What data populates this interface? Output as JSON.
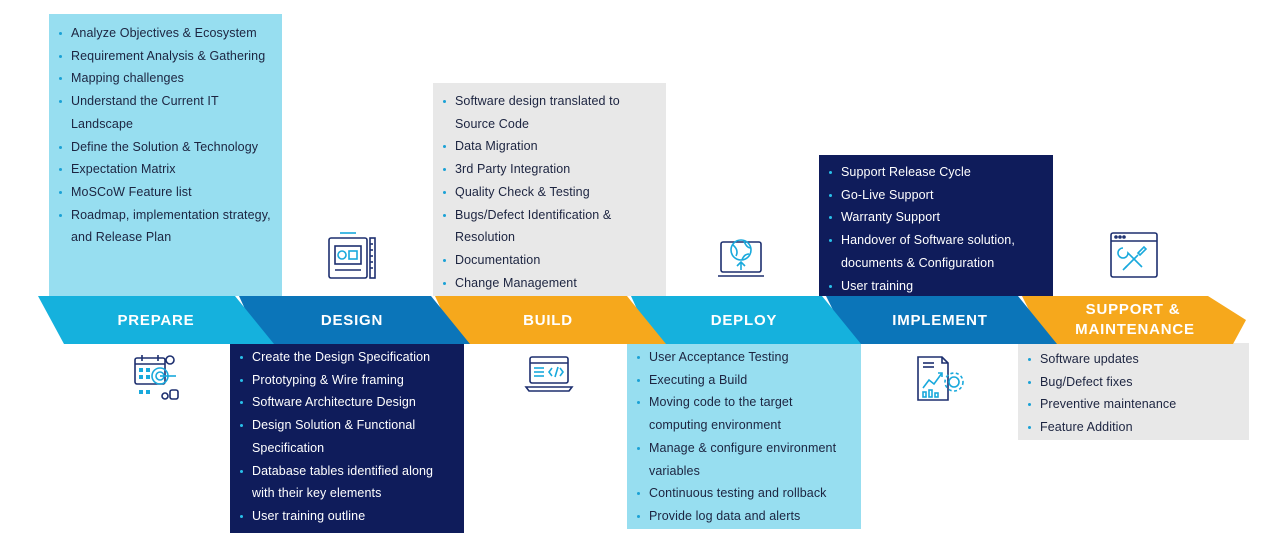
{
  "stages": [
    {
      "name": "PREPARE",
      "color": "#15b1dd",
      "items": [
        "Analyze Objectives & Ecosystem",
        "Requirement Analysis & Gathering",
        "Mapping challenges",
        "Understand the Current IT Landscape",
        "Define the Solution & Technology",
        "Expectation Matrix",
        "MoSCoW Feature list",
        "Roadmap, implementation strategy, and Release Plan"
      ]
    },
    {
      "name": "DESIGN",
      "color": "#0b75b9",
      "items": [
        "Create the Design Specification",
        "Prototyping & Wire framing",
        "Software Architecture Design",
        "Design Solution & Functional Specification",
        "Database tables identified  along with their key elements",
        "User training outline"
      ]
    },
    {
      "name": "BUILD",
      "color": "#f6a81c",
      "items": [
        "Software design translated to Source Code",
        "Data Migration",
        "3rd Party Integration",
        "Quality Check & Testing",
        "Bugs/Defect Identification & Resolution",
        "Documentation",
        "Change Management"
      ]
    },
    {
      "name": "DEPLOY",
      "color": "#15b1dd",
      "items": [
        "User Acceptance Testing",
        "Executing a Build",
        "Moving code to the target computing environment",
        "Manage & configure environment variables",
        "Continuous testing and rollback",
        "Provide log data and alerts"
      ]
    },
    {
      "name": "IMPLEMENT",
      "color": "#0b75b9",
      "items": [
        "Support Release Cycle",
        "Go-Live Support",
        "Warranty Support",
        "Handover of Software solution, documents & Configuration",
        "User training"
      ]
    },
    {
      "name": "SUPPORT &",
      "name_line2": "MAINTENANCE",
      "color": "#f6a81c",
      "items": [
        "Software updates",
        "Bug/Defect fixes",
        "Preventive maintenance",
        "Feature Addition"
      ]
    }
  ],
  "colors": {
    "cyan_box": "#97def0",
    "gray_box": "#e8e8e8",
    "navy_box": "#0f1c5b",
    "icon_navy": "#1d2f6f",
    "icon_cyan": "#19a9dc"
  },
  "icons": [
    "strategy-target-icon",
    "design-blueprint-icon",
    "code-laptop-icon",
    "deploy-globe-monitor-icon",
    "implement-report-gear-icon",
    "support-tools-window-icon"
  ]
}
